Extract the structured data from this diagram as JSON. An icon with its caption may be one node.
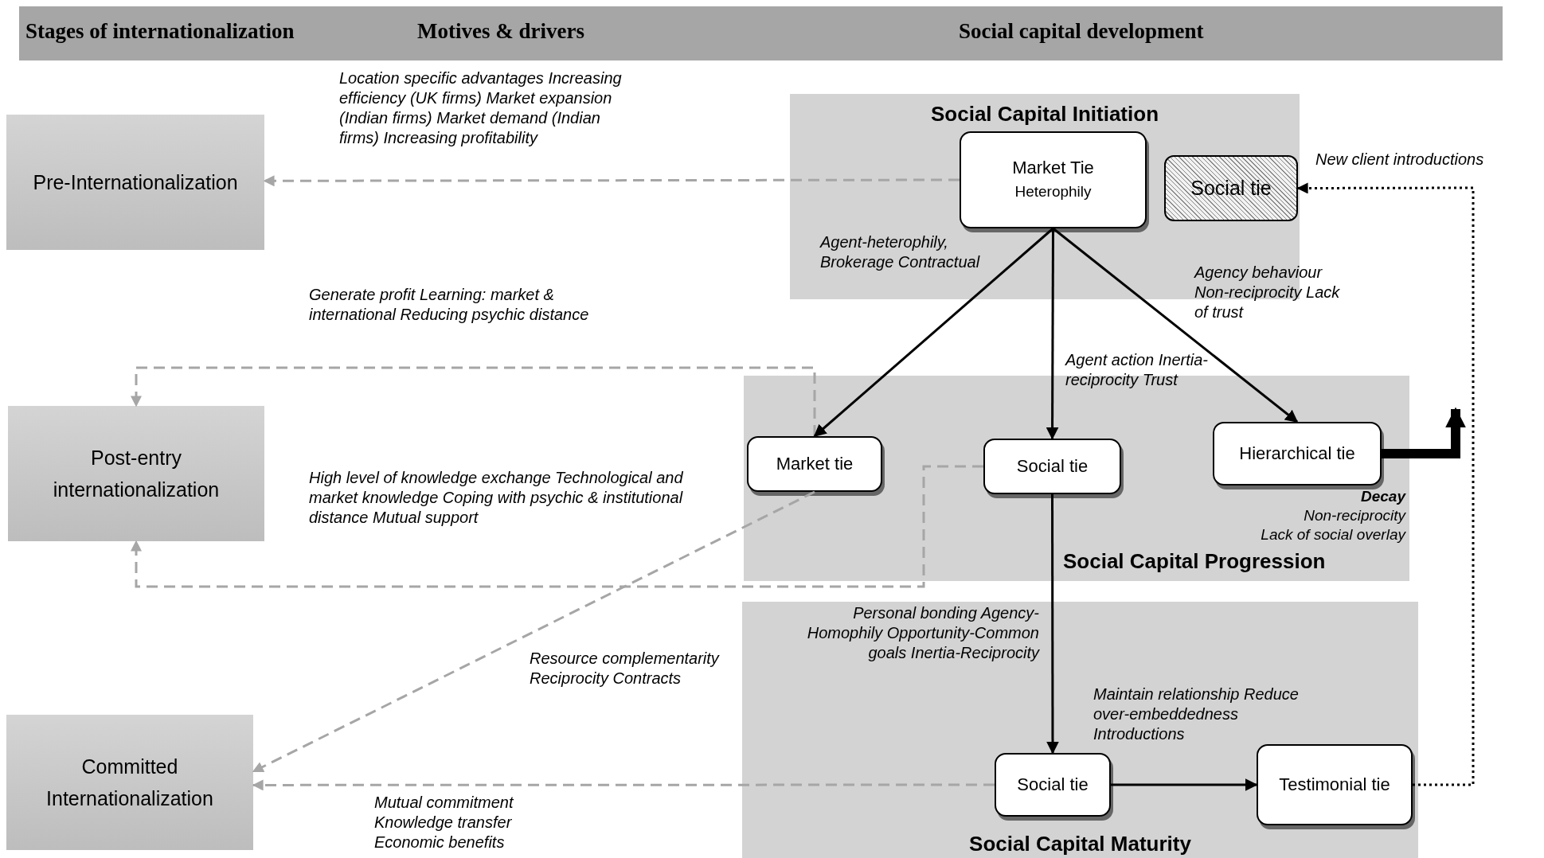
{
  "diagram": {
    "nodes": [
      {
        "text": [
          "Pre-Internationalization"
        ]
      },
      {
        "text": [
          "Post-entry internationalization"
        ]
      },
      {
        "text": [
          "Committed Internationalization"
        ]
      },
      {
        "text": [
          "Social Capital Initiation"
        ]
      },
      {
        "text": [
          "Market Tie",
          "Heterophily"
        ],
        "in": 3
      },
      {
        "text": [
          "Social tie"
        ],
        "in": 3
      },
      {
        "text": [
          "Social Capital Progression"
        ]
      },
      {
        "text": [
          "Market tie"
        ],
        "in": 6
      },
      {
        "text": [
          "Social tie"
        ],
        "in": 6
      },
      {
        "text": [
          "Hierarchical tie"
        ],
        "in": 6,
        "beside": [
          "Decay",
          "Non-reciprocity",
          "Lack of social overlay"
        ]
      },
      {
        "text": [
          "Social Capital Maturity"
        ]
      },
      {
        "text": [
          "Social tie"
        ],
        "in": 10
      },
      {
        "text": [
          "Testimonial tie"
        ],
        "in": 10
      }
    ],
    "edges": [
      {
        "from": 4,
        "to": 0,
        "arrow": "to",
        "style": "dashed",
        "color": "#a6a6a6",
        "label": "Location specific advantages Increasing efficiency (UK firms) Market expansion (Indian firms) Market demand (Indian firms) Increasing profitability"
      },
      {
        "from": 7,
        "to": 1,
        "arrow": "to",
        "style": "dashed",
        "color": "#a6a6a6",
        "label": "Generate profit Learning: market & international Reducing psychic distance"
      },
      {
        "from": 8,
        "to": 1,
        "arrow": "to",
        "style": "dashed",
        "color": "#a6a6a6",
        "label": "High level of knowledge exchange Technological and market knowledge Coping with psychic & institutional distance Mutual support"
      },
      {
        "from": 7,
        "to": 2,
        "arrow": "to",
        "style": "dashed",
        "color": "#a6a6a6",
        "label": "Resource complementarity Reciprocity Contracts"
      },
      {
        "from": 11,
        "to": 2,
        "arrow": "to",
        "style": "dashed",
        "color": "#a6a6a6",
        "label": "Mutual commitment Knowledge transfer Economic benefits"
      },
      {
        "from": 4,
        "to": 7,
        "arrow": "to",
        "label": "Agent-heterophily, Brokerage Contractual"
      },
      {
        "from": 4,
        "to": 8,
        "arrow": "to",
        "label": "Agent action Inertia-reciprocity Trust"
      },
      {
        "from": 4,
        "to": 9,
        "arrow": "to",
        "label": "Agency behaviour Non-reciprocity Lack of trust"
      },
      {
        "from": 8,
        "to": 11,
        "arrow": "to",
        "label": "Personal bonding Agency- Homophily Opportunity-Common goals Inertia-Reciprocity"
      },
      {
        "from": 11,
        "to": 12,
        "arrow": "to",
        "label": "Maintain relationship Reduce over-embeddedness Introductions"
      },
      {
        "from": 12,
        "to": 5,
        "arrow": "to",
        "style": "dashed",
        "label": "New client introductions"
      },
      {
        "from": 9,
        "to": null,
        "arrow": "to",
        "style": "thick"
      }
    ],
    "labels": [
      "Stages of internationalization",
      "Motives & drivers",
      "Social capital development"
    ]
  }
}
